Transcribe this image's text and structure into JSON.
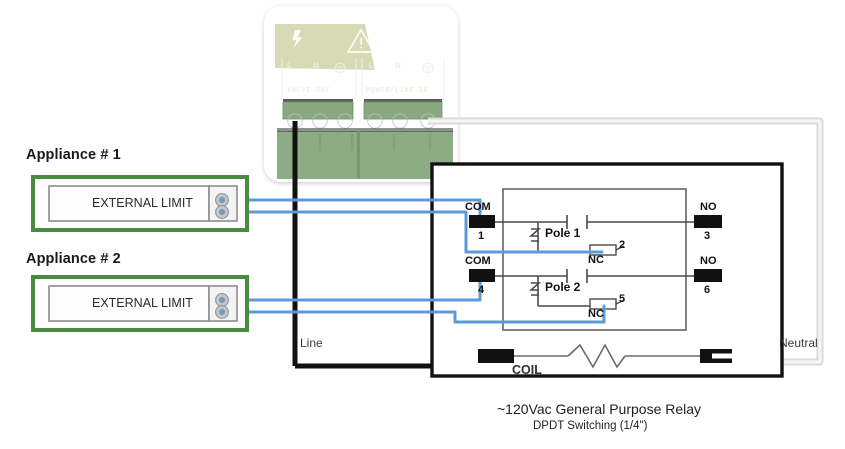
{
  "diagram": {
    "caption_main": "~120Vac General Purpose Relay",
    "caption_sub": "DPDT Switching (1/4\")",
    "rails": {
      "line": "Line",
      "neutral": "Neutral"
    },
    "coil": {
      "label": "COIL"
    }
  },
  "appliances": [
    {
      "title": "Appliance # 1",
      "device_label": "EXTERNAL LIMIT"
    },
    {
      "title": "Appliance # 2",
      "device_label": "EXTERNAL LIMIT"
    }
  ],
  "relay": {
    "poles": [
      {
        "name": "Pole 1",
        "com_label": "COM",
        "com_number": "1",
        "no_label": "NO",
        "no_number": "3",
        "nc_label": "NC",
        "nc_number": "2"
      },
      {
        "name": "Pole 2",
        "com_label": "COM",
        "com_number": "4",
        "no_label": "NO",
        "no_number": "6",
        "nc_label": "NC",
        "nc_number": "5"
      }
    ]
  },
  "controller": {
    "sections": [
      {
        "name": "VALVE OUT",
        "terminals": [
          "L",
          "N",
          "G"
        ]
      },
      {
        "name": "POWER/LINE IN",
        "terminals": [
          "L",
          "N",
          "G"
        ]
      }
    ],
    "icons": [
      "lightning-bolt-icon",
      "warning-triangle-icon",
      "lightning-bolt-icon"
    ]
  },
  "colors": {
    "wire_blue": "#5b9bd5",
    "wire_black": "#111111",
    "wire_gray": "#d6d6d6",
    "appliance_green": "#4a8c3f",
    "relay_black": "#111111"
  }
}
